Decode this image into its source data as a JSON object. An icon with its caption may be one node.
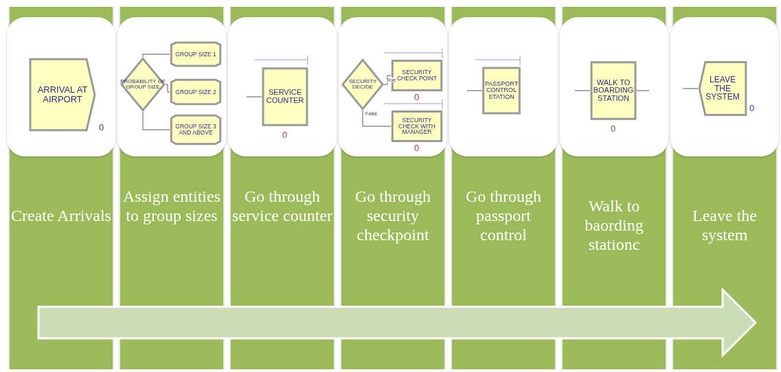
{
  "diagram": {
    "nodes": [
      {
        "text": [
          "Create Arrivals"
        ]
      },
      {
        "text": [
          "ARRIVAL AT AIRPORT"
        ],
        "in": 0,
        "beside": [
          "0"
        ]
      },
      {
        "text": [
          "Assign entities to group sizes"
        ]
      },
      {
        "text": [
          "PROBABILITY OF GROUP SIZE"
        ],
        "in": 2
      },
      {
        "text": [
          "GROUP SIZE 1"
        ],
        "in": 2
      },
      {
        "text": [
          "GROUP SIZE 2"
        ],
        "in": 2
      },
      {
        "text": [
          "GROUP SIZE 3 AND ABOVE"
        ],
        "in": 2
      },
      {
        "text": [
          "Go through service counter"
        ]
      },
      {
        "text": [
          "SERVICE COUNTER"
        ],
        "in": 7,
        "beside": [
          "0"
        ]
      },
      {
        "text": [
          "Go through security checkpoint"
        ]
      },
      {
        "text": [
          "SECURITY DECIDE"
        ],
        "in": 9
      },
      {
        "text": [
          "SECURITY CHECK POINT"
        ],
        "in": 9,
        "beside": [
          "0"
        ]
      },
      {
        "text": [
          "SECURITY CHECK WITH MANAGER"
        ],
        "in": 9,
        "beside": [
          "0"
        ]
      },
      {
        "text": [
          "Go through passport control"
        ]
      },
      {
        "text": [
          "PASSPORT CONTROL STATION"
        ],
        "in": 13
      },
      {
        "text": [
          "Walk to baording stationc"
        ]
      },
      {
        "text": [
          "WALK TO BOARDING STATION"
        ],
        "in": 15,
        "beside": [
          "0"
        ]
      },
      {
        "text": [
          "Leave the system"
        ]
      },
      {
        "text": [
          "LEAVE THE SYSTEM"
        ],
        "in": 17,
        "beside": [
          "0"
        ]
      }
    ],
    "edges": [
      {
        "from": 3,
        "to": 4,
        "arrow": "none"
      },
      {
        "from": 3,
        "to": 5,
        "arrow": "none"
      },
      {
        "from": 3,
        "to": 6,
        "arrow": "none"
      },
      {
        "from": null,
        "to": 8,
        "arrow": "none"
      },
      {
        "from": 10,
        "to": 11,
        "arrow": "none",
        "label": "True"
      },
      {
        "from": 10,
        "to": 12,
        "arrow": "none",
        "label": "False"
      },
      {
        "from": null,
        "to": 14,
        "arrow": "none"
      },
      {
        "from": null,
        "to": 16,
        "arrow": "none"
      },
      {
        "from": 16,
        "to": null,
        "arrow": "none"
      },
      {
        "from": null,
        "to": 18,
        "arrow": "none"
      }
    ]
  }
}
